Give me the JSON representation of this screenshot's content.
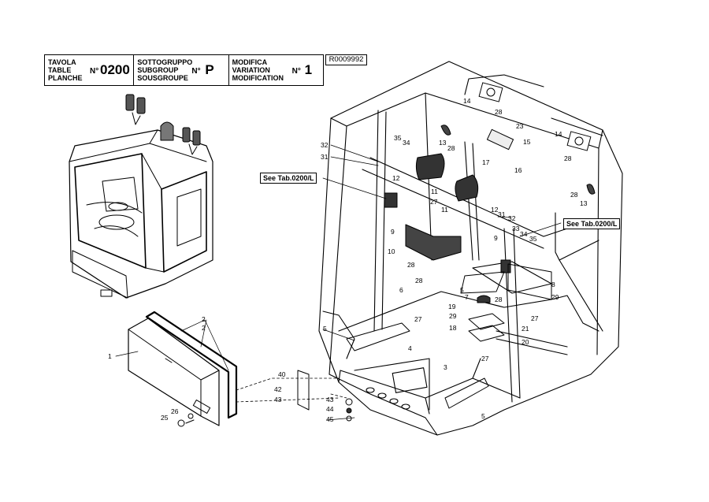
{
  "header": {
    "table": {
      "labels": [
        "TAVOLA",
        "TABLE",
        "PLANCHE"
      ],
      "no_label": "N°",
      "value": "0200"
    },
    "subgroup": {
      "labels": [
        "SOTTOGRUPPO",
        "SUBGROUP",
        "SOUSGROUPE"
      ],
      "no_label": "N°",
      "value": "P"
    },
    "modification": {
      "labels": [
        "MODIFICA",
        "VARIATION",
        "MODIFICATION"
      ],
      "no_label": "N°",
      "value": "1"
    }
  },
  "reference": "R0009992",
  "see_refs": [
    "See Tab.0200/L",
    "See Tab.0200/L"
  ],
  "callouts": [
    "14",
    "28",
    "23",
    "15",
    "17",
    "16",
    "14",
    "28",
    "13",
    "28",
    "35",
    "34",
    "32",
    "31",
    "12",
    "11",
    "11",
    "12",
    "31",
    "32",
    "33",
    "34",
    "35",
    "13",
    "28",
    "27",
    "9",
    "10",
    "9",
    "28",
    "28",
    "5",
    "7",
    "6",
    "29",
    "19",
    "28",
    "8",
    "29",
    "5",
    "27",
    "4",
    "18",
    "21",
    "27",
    "20",
    "3",
    "27",
    "5",
    "2",
    "2",
    "1",
    "40",
    "42",
    "43",
    "43",
    "44",
    "45",
    "26",
    "25"
  ]
}
